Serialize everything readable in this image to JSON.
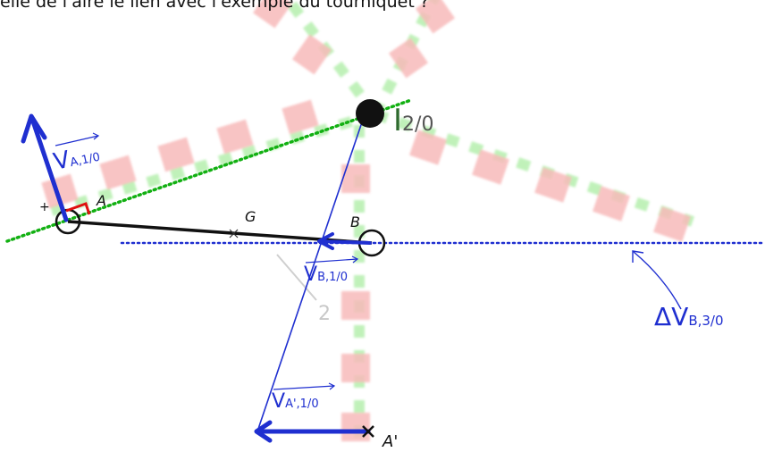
{
  "header": {
    "text": "elle de l'aire le lien avec l'exemple du tourniquet ?"
  },
  "colors": {
    "track_green": "#b9f0b2",
    "sleeper_pink": "#f7b3b3",
    "velocity_blue": "#1f2fd0",
    "axis_green": "#12b012",
    "right_angle_red": "#e01010",
    "solid_black": "#111111",
    "faded_gray": "#c8c8c8"
  },
  "labels": {
    "I": "I",
    "I_sub": "2/0",
    "A": "A",
    "B": "B",
    "G": "G",
    "A_prime": "A'",
    "two": "2",
    "plus": "+",
    "vA": "V",
    "vA_sub": "A,1/0",
    "vB": "V",
    "vB_sub": "B,1/0",
    "vAp": "V",
    "vAp_sub": "A',1/0",
    "delta": "ΔV",
    "delta_sub": "B,3/0"
  }
}
